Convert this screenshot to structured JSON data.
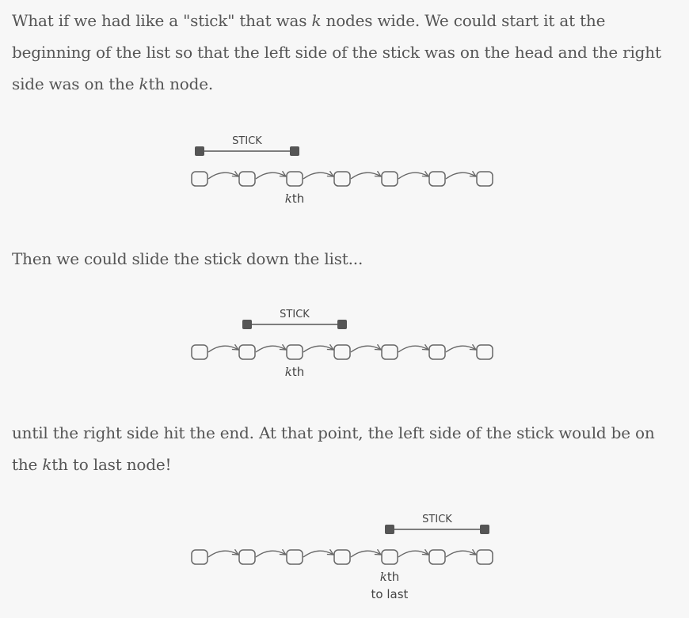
{
  "paragraphs": {
    "p1": {
      "a": "What if we had like a \"stick\" that was ",
      "k": "k",
      "b": " nodes wide. We could start it at the beginning of the list so that the left side of the stick was on the head and the right side was on the ",
      "k2": "k",
      "c": "th node."
    },
    "p2": {
      "a": "Then we could slide the stick down the list..."
    },
    "p3": {
      "a": "until the right side hit the end. At that point, the left side of the stick would be on the ",
      "k": "k",
      "b": "th to last node!"
    }
  },
  "diagrams": [
    {
      "stick_label": "STICK",
      "node_count": 7,
      "stick_start_node": 0,
      "stick_end_node": 2,
      "pointer_node": 2,
      "pointer_k": "k",
      "pointer_suffix": "th",
      "pointer_sub": ""
    },
    {
      "stick_label": "STICK",
      "node_count": 7,
      "stick_start_node": 1,
      "stick_end_node": 3,
      "pointer_node": 2,
      "pointer_k": "k",
      "pointer_suffix": "th",
      "pointer_sub": ""
    },
    {
      "stick_label": "STICK",
      "node_count": 7,
      "stick_start_node": 4,
      "stick_end_node": 6,
      "pointer_node": 4,
      "pointer_k": "k",
      "pointer_suffix": "th",
      "pointer_sub": "to last"
    }
  ],
  "colors": {
    "text": "#555555",
    "node_stroke": "#666666",
    "stick": "#555555",
    "background": "#f7f7f7"
  }
}
